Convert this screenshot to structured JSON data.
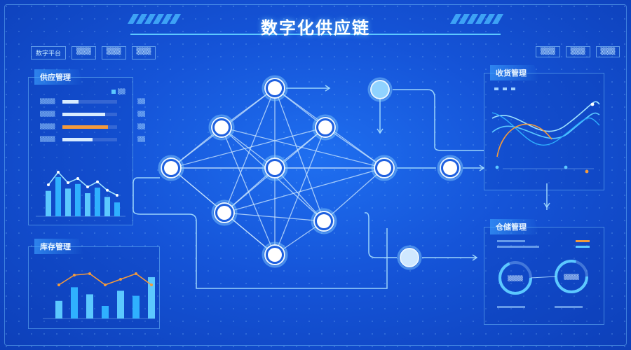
{
  "header": {
    "title": "数字化供应链"
  },
  "top_tabs_left": [
    "数字平台",
    "▒▒▒",
    "▒▒▒",
    "▒▒▒"
  ],
  "top_tabs_right": [
    "▒▒▒",
    "▒▒▒",
    "▒▒▒"
  ],
  "left_top_panel": {
    "title": "供应管理",
    "rows": [
      {
        "label": "▒▒▒▒",
        "value": "▒▒",
        "fill": 0.3
      },
      {
        "label": "▒▒▒▒",
        "value": "▒▒",
        "fill": 0.78
      },
      {
        "label": "▒▒▒▒",
        "value": "▒▒",
        "fill": 0.83
      },
      {
        "label": "▒▒▒▒",
        "value": "▒▒",
        "fill": 0.55
      }
    ],
    "chart_values": [
      0.55,
      0.85,
      0.6,
      0.7,
      0.5,
      0.62,
      0.42,
      0.3
    ]
  },
  "left_bottom_panel": {
    "title": "库存管理",
    "chart_values": [
      0.35,
      0.62,
      0.48,
      0.25,
      0.55,
      0.45,
      0.82
    ]
  },
  "right_top_panel": {
    "title": "收货管理"
  },
  "right_bottom_panel": {
    "title": "仓储管理",
    "ring_left": "▒▒▒▒",
    "ring_right": "▒▒▒▒"
  },
  "colors": {
    "accent": "#5cc8ff",
    "orange": "#f39a3c",
    "node_fill": "#ffffff"
  }
}
